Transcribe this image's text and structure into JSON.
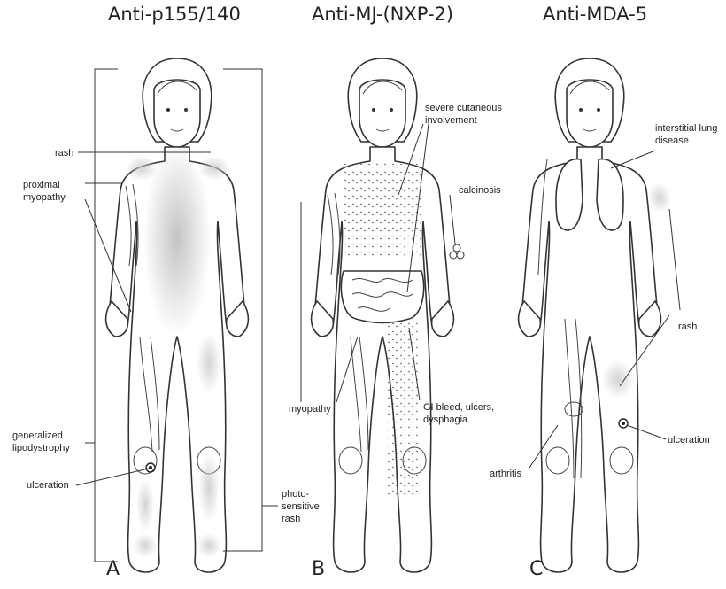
{
  "panels": [
    {
      "letter": "A",
      "title": "Anti-p155/140",
      "labels": {
        "rash": "rash",
        "proximal_myopathy_1": "proximal",
        "proximal_myopathy_2": "myopathy",
        "lipodystrophy_1": "generalized",
        "lipodystrophy_2": "lipodystrophy",
        "ulceration": "ulceration",
        "photosensitive_1": "photo-",
        "photosensitive_2": "sensitive",
        "photosensitive_3": "rash"
      }
    },
    {
      "letter": "B",
      "title": "Anti-MJ-(NXP-2)",
      "labels": {
        "cutaneous_1": "severe cutaneous",
        "cutaneous_2": "involvement",
        "calcinosis": "calcinosis",
        "myopathy": "myopathy",
        "gi_1": "GI bleed, ulcers,",
        "gi_2": "dysphagia"
      }
    },
    {
      "letter": "C",
      "title": "Anti-MDA-5",
      "labels": {
        "ild_1": "interstitial lung",
        "ild_2": "disease",
        "rash": "rash",
        "ulceration": "ulceration",
        "arthritis": "arthritis"
      }
    }
  ],
  "colors": {
    "outline": "#333333",
    "rash_shade": "#bdbdbd",
    "background": "#ffffff"
  }
}
